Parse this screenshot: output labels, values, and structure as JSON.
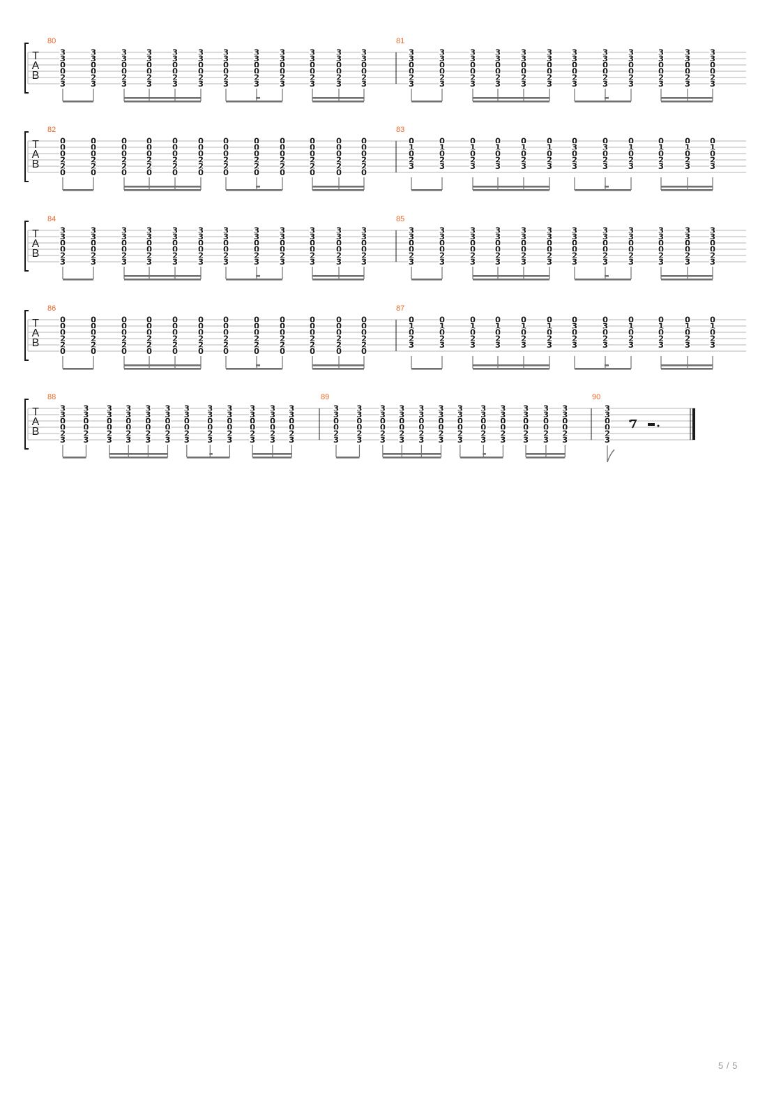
{
  "clef_letters": [
    "T",
    "A",
    "B"
  ],
  "voicings": {
    "G": [
      "3",
      "3",
      "0",
      "0",
      "2",
      "3"
    ],
    "Em": [
      "0",
      "0",
      "0",
      "2",
      "2",
      "0"
    ],
    "C": [
      "0",
      "1",
      "0",
      "2",
      "3",
      ""
    ],
    "Am7": [
      "0",
      "3",
      "0",
      "2",
      "3",
      ""
    ],
    "C2": [
      "0",
      "1",
      "0",
      "2",
      "3",
      ""
    ]
  },
  "systems": [
    {
      "measures": [
        {
          "number": "80",
          "chords": [
            "G",
            "G",
            "G",
            "G",
            "G",
            "G",
            "G",
            "G",
            "G",
            "G",
            "G",
            "G"
          ]
        },
        {
          "number": "81",
          "chords": [
            "G",
            "G",
            "G",
            "G",
            "G",
            "G",
            "G",
            "G",
            "G",
            "G",
            "G",
            "G"
          ]
        }
      ]
    },
    {
      "measures": [
        {
          "number": "82",
          "chords": [
            "Em",
            "Em",
            "Em",
            "Em",
            "Em",
            "Em",
            "Em",
            "Em",
            "Em",
            "Em",
            "Em",
            "Em"
          ]
        },
        {
          "number": "83",
          "chords": [
            "C",
            "C",
            "C",
            "C",
            "C",
            "C",
            "Am7",
            "Am7",
            "C",
            "C",
            "C",
            "C"
          ]
        }
      ]
    },
    {
      "measures": [
        {
          "number": "84",
          "chords": [
            "G",
            "G",
            "G",
            "G",
            "G",
            "G",
            "G",
            "G",
            "G",
            "G",
            "G",
            "G"
          ]
        },
        {
          "number": "85",
          "chords": [
            "G",
            "G",
            "G",
            "G",
            "G",
            "G",
            "G",
            "G",
            "G",
            "G",
            "G",
            "G"
          ]
        }
      ]
    },
    {
      "measures": [
        {
          "number": "86",
          "chords": [
            "Em",
            "Em",
            "Em",
            "Em",
            "Em",
            "Em",
            "Em",
            "Em",
            "Em",
            "Em",
            "Em",
            "Em"
          ]
        },
        {
          "number": "87",
          "chords": [
            "C",
            "C",
            "C",
            "C",
            "C",
            "C",
            "Am7",
            "Am7",
            "C",
            "C",
            "C",
            "C"
          ]
        }
      ]
    },
    {
      "measures": [
        {
          "number": "88",
          "chords": [
            "G",
            "G",
            "G",
            "G",
            "G",
            "G",
            "G",
            "G",
            "G",
            "G",
            "G",
            "G"
          ]
        },
        {
          "number": "89",
          "chords": [
            "G",
            "G",
            "G",
            "G",
            "G",
            "G",
            "G",
            "G",
            "G",
            "G",
            "G",
            "G"
          ]
        },
        {
          "number": "90",
          "chords": [
            "G"
          ]
        }
      ]
    }
  ],
  "page_number": "5 / 5",
  "colors": {
    "measure_number": "#e8682a",
    "staff_line": "#b5b5b5",
    "ink": "#1a1a1a",
    "beam": "#707070",
    "page_number": "#9a9a9a"
  }
}
